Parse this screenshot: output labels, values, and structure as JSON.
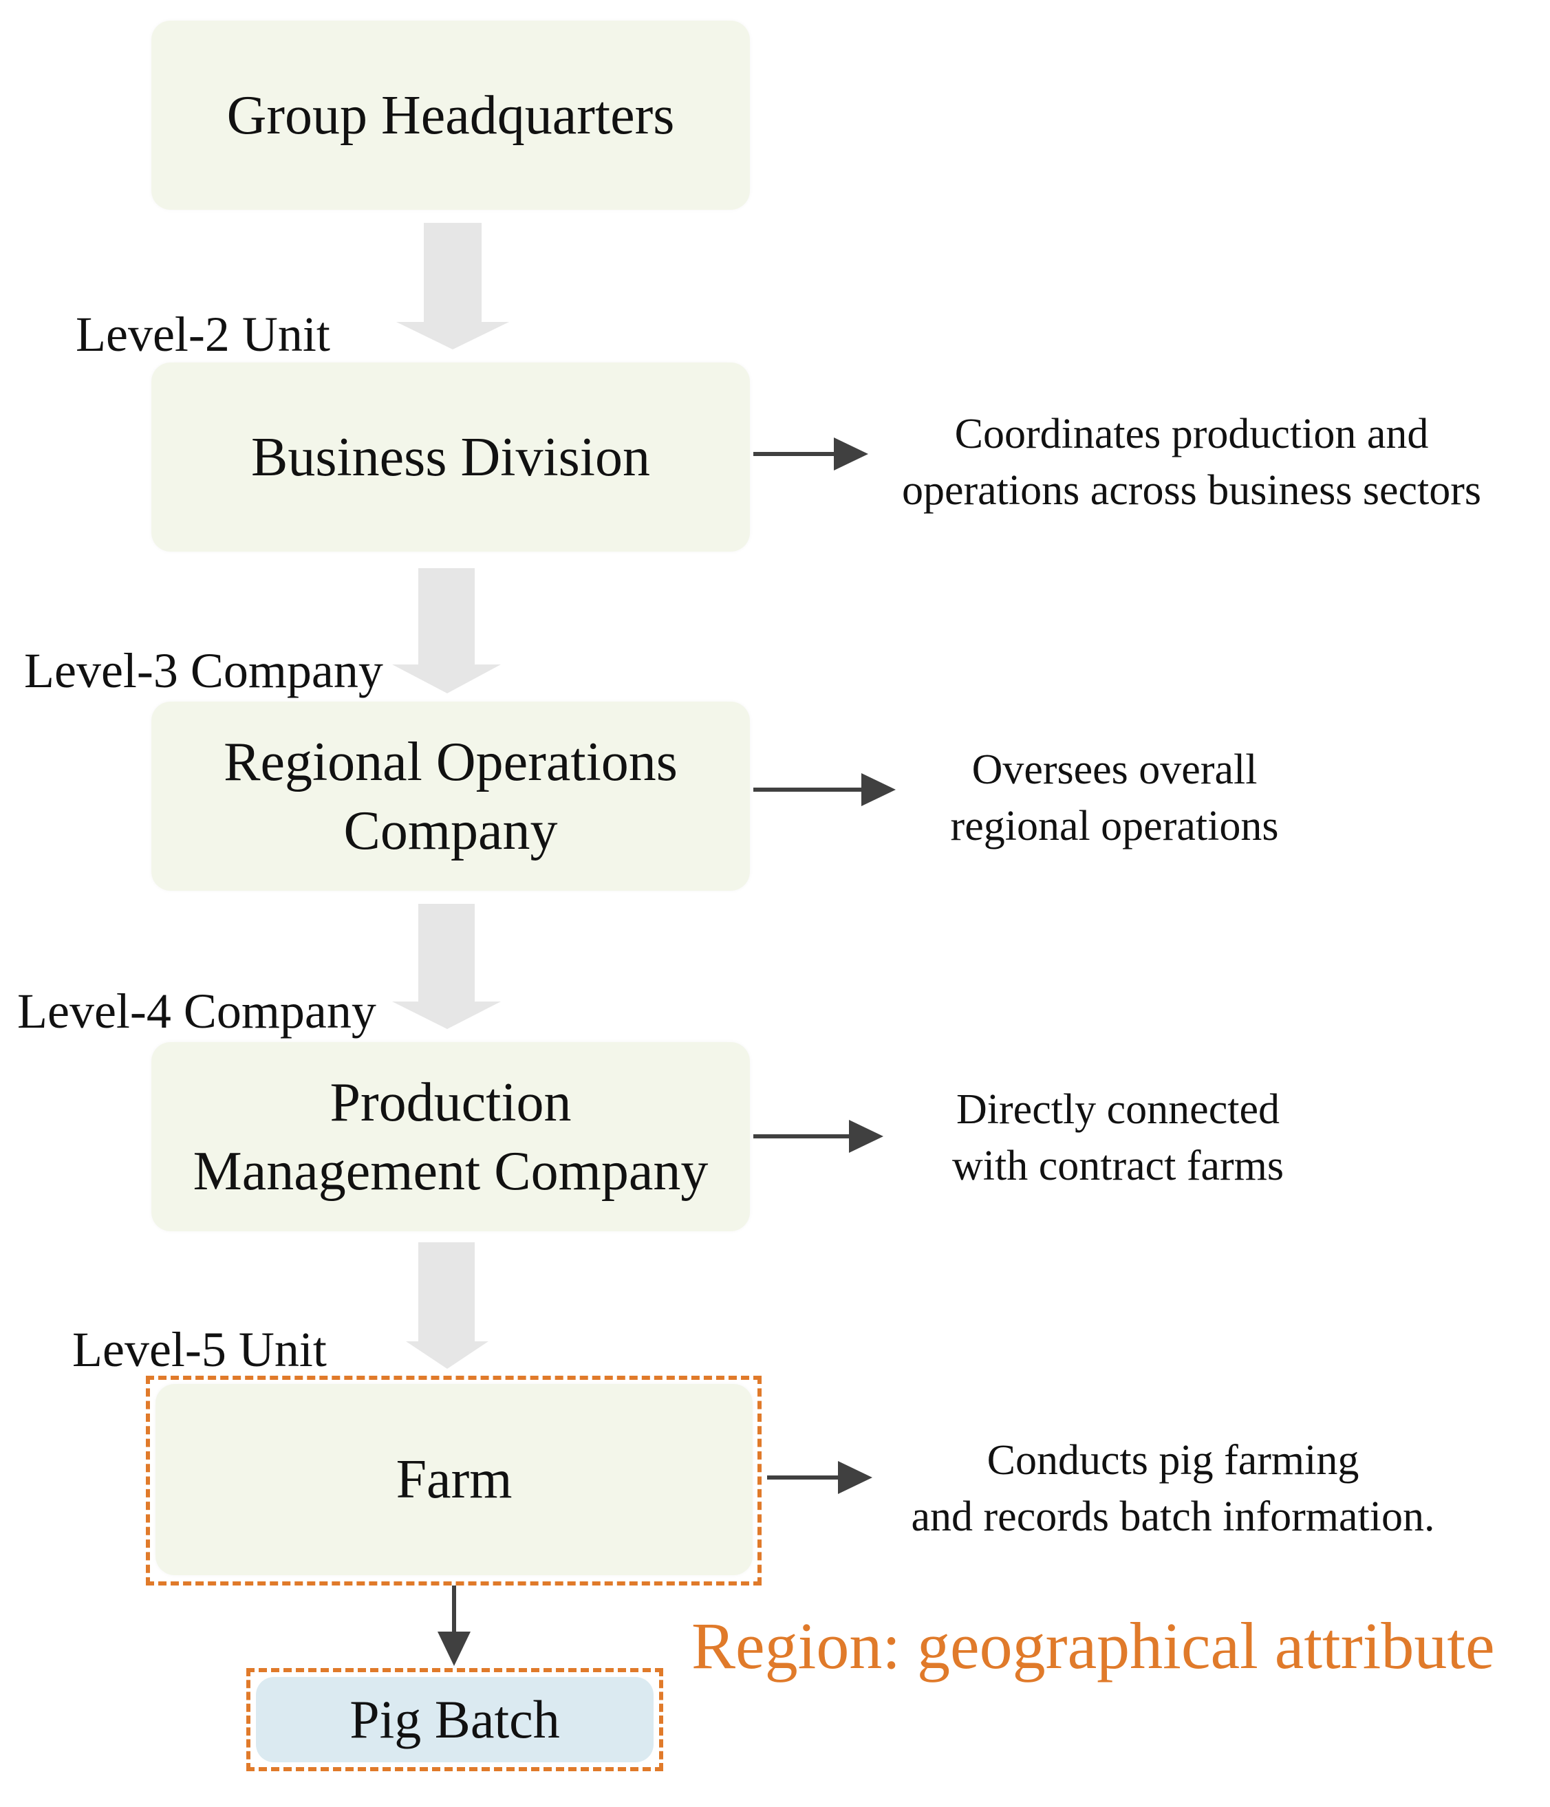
{
  "nodes": {
    "headquarters": "Group Headquarters",
    "business_division": "Business Division",
    "regional_company": [
      "Regional Operations",
      "Company"
    ],
    "production_company": [
      "Production",
      "Management Company"
    ],
    "farm": "Farm",
    "pig_batch": "Pig Batch"
  },
  "levels": {
    "level2": "Level-2 Unit",
    "level3": "Level-3 Company",
    "level4": "Level-4 Company",
    "level5": "Level-5 Unit"
  },
  "descriptions": {
    "business_division": [
      "Coordinates production and",
      "operations across business sectors"
    ],
    "regional_company": [
      "Oversees overall",
      "regional operations"
    ],
    "production_company": [
      "Directly connected",
      "with contract farms"
    ],
    "farm": [
      "Conducts pig farming",
      "and records batch information."
    ]
  },
  "region_label": "Region:  geographical attribute",
  "colors": {
    "box_fill": "#f3f6ea",
    "pig_fill": "#dbeaf1",
    "accent_orange": "#e07a2a",
    "big_arrow": "#e6e6e6",
    "small_arrow": "#404040"
  }
}
